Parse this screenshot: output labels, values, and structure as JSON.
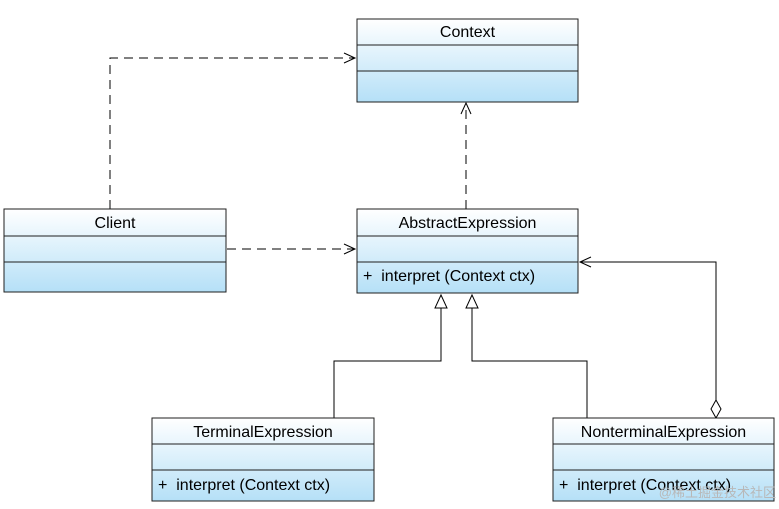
{
  "diagram": {
    "classes": {
      "context": {
        "name": "Context",
        "operations": []
      },
      "client": {
        "name": "Client",
        "operations": []
      },
      "abstract_expression": {
        "name": "AbstractExpression",
        "operations": [
          "+  interpret (Context ctx)"
        ]
      },
      "terminal_expression": {
        "name": "TerminalExpression",
        "operations": [
          "+  interpret (Context ctx)"
        ]
      },
      "nonterminal_expression": {
        "name": "NonterminalExpression",
        "operations": [
          "+  interpret (Context ctx)"
        ]
      }
    },
    "relations": [
      {
        "from": "Client",
        "to": "Context",
        "kind": "dependency"
      },
      {
        "from": "Client",
        "to": "AbstractExpression",
        "kind": "dependency"
      },
      {
        "from": "AbstractExpression",
        "to": "Context",
        "kind": "dependency"
      },
      {
        "from": "TerminalExpression",
        "to": "AbstractExpression",
        "kind": "generalization"
      },
      {
        "from": "NonterminalExpression",
        "to": "AbstractExpression",
        "kind": "generalization"
      },
      {
        "from": "NonterminalExpression",
        "to": "AbstractExpression",
        "kind": "aggregation"
      }
    ],
    "colors": {
      "box_top": "#ffffff",
      "box_bottom": "#b5e0f7",
      "border": "#1f1f1f",
      "line": "#000000"
    }
  },
  "watermark": {
    "text": "@稀土掘金技术社区"
  }
}
